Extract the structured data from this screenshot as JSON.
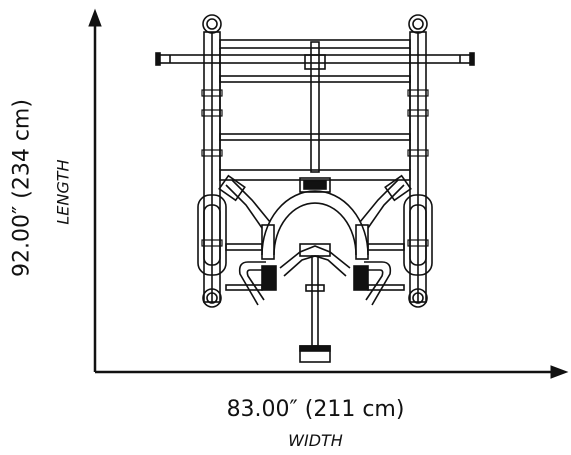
{
  "dimensions": {
    "length_value": "92.00″ (234 cm)",
    "length_label": "LENGTH",
    "width_value": "83.00″ (211 cm)",
    "width_label": "WIDTH"
  },
  "colors": {
    "line": "#111111",
    "background": "#ffffff"
  }
}
